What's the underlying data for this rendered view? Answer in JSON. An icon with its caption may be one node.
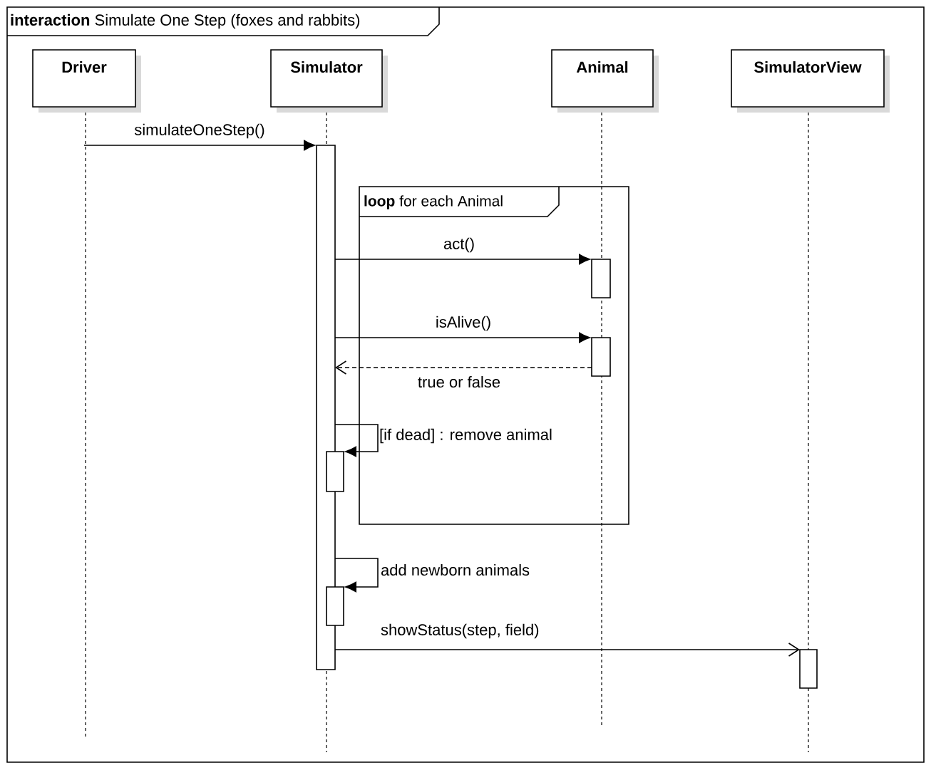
{
  "diagram": {
    "nodes": [
      {
        "text": [
          "**interaction** Simulate One Step (foxes and rabbits)"
        ]
      },
      {
        "text": [
          "Driver"
        ],
        "in": 0
      },
      {
        "text": [
          "Simulator"
        ],
        "in": 0
      },
      {
        "text": [
          "Animal"
        ],
        "in": 0
      },
      {
        "text": [
          "SimulatorView"
        ],
        "in": 0
      },
      {
        "text": [],
        "shape": "bar",
        "in": 0
      },
      {
        "text": [
          "**loop** for each Animal"
        ],
        "in": 0
      },
      {
        "text": [],
        "shape": "bar",
        "in": 6
      },
      {
        "text": [],
        "shape": "bar",
        "in": 6
      },
      {
        "text": [],
        "shape": "bar",
        "in": 0
      },
      {
        "text": [],
        "shape": "bar",
        "in": 0
      },
      {
        "text": [],
        "shape": "bar",
        "in": 0
      }
    ],
    "edges": [
      {
        "from": 1,
        "to": 5,
        "arrow": "to",
        "label": "simulateOneStep()"
      },
      {
        "from": 5,
        "to": 7,
        "arrow": "to",
        "label": "act()"
      },
      {
        "from": 5,
        "to": 8,
        "arrow": "to",
        "label": "isAlive()"
      },
      {
        "from": 8,
        "to": 5,
        "arrow": "to",
        "label": "true or false",
        "style": "dashed"
      },
      {
        "from": 5,
        "to": 9,
        "arrow": "to",
        "label": "[if dead] : remove animal"
      },
      {
        "from": 5,
        "to": 10,
        "arrow": "to",
        "label": "add newborn animals"
      },
      {
        "from": 5,
        "to": 11,
        "arrow": "to",
        "label": "showStatus(step, field)"
      }
    ]
  }
}
